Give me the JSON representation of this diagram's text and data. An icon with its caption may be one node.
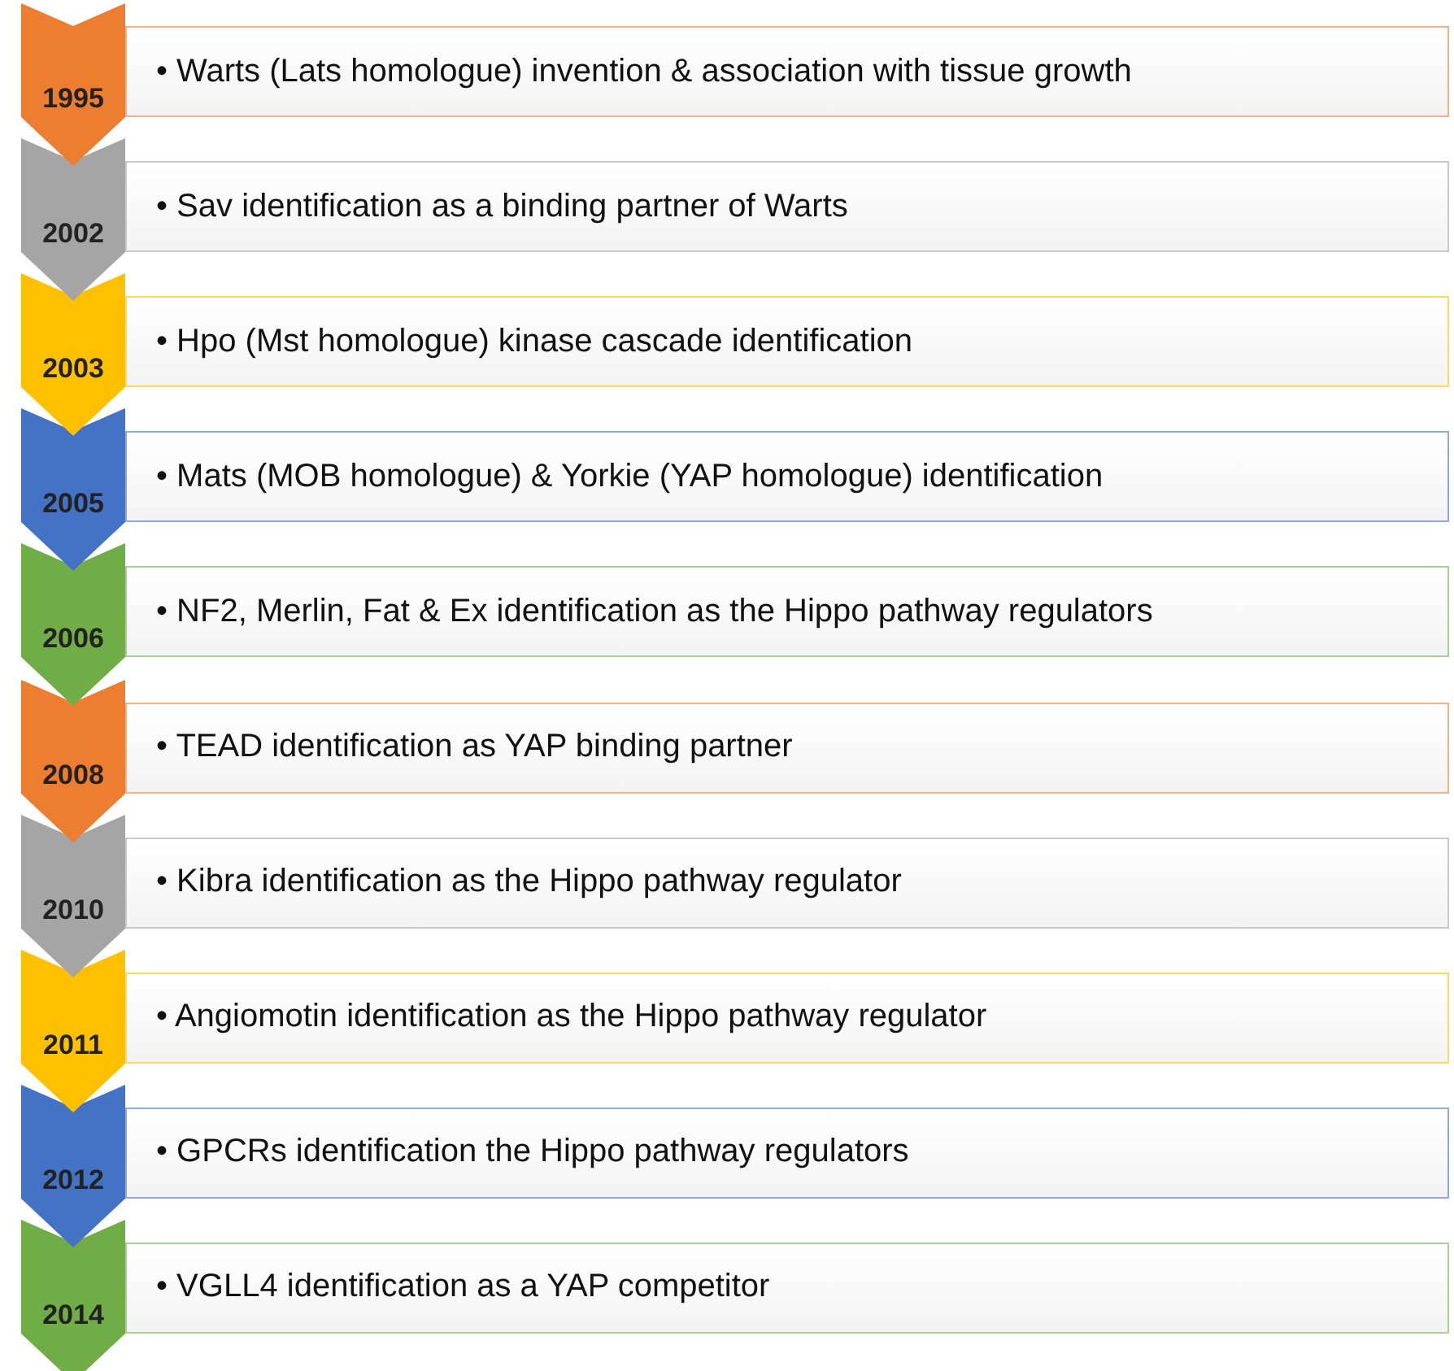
{
  "diagram": {
    "nodes": [
      {
        "text": [
          "1995"
        ]
      },
      {
        "text": [
          "• Warts (Lats homologue) invention & association with tissue growth"
        ]
      },
      {
        "text": [
          "2002"
        ]
      },
      {
        "text": [
          "• Sav identification as a binding partner of Warts"
        ]
      },
      {
        "text": [
          "2003"
        ]
      },
      {
        "text": [
          "• Hpo (Mst homologue) kinase cascade identification"
        ]
      },
      {
        "text": [
          "2005"
        ]
      },
      {
        "text": [
          "• Mats (MOB homologue) & Yorkie (YAP homologue) identification"
        ]
      },
      {
        "text": [
          "2006"
        ]
      },
      {
        "text": [
          "• NF2, Merlin, Fat & Ex identification as the Hippo pathway regulators"
        ]
      },
      {
        "text": [
          "2008"
        ]
      },
      {
        "text": [
          "• TEAD identification as YAP binding partner"
        ]
      },
      {
        "text": [
          "2010"
        ]
      },
      {
        "text": [
          "• Kibra identification as the Hippo pathway regulator"
        ]
      },
      {
        "text": [
          "2011"
        ]
      },
      {
        "text": [
          "• Angiomotin identification as the Hippo pathway regulator"
        ]
      },
      {
        "text": [
          "2012"
        ]
      },
      {
        "text": [
          "• GPCRs identification the Hippo pathway regulators"
        ]
      },
      {
        "text": [
          "2014"
        ]
      },
      {
        "text": [
          "• VGLL4 identification as a YAP competitor"
        ]
      }
    ]
  }
}
